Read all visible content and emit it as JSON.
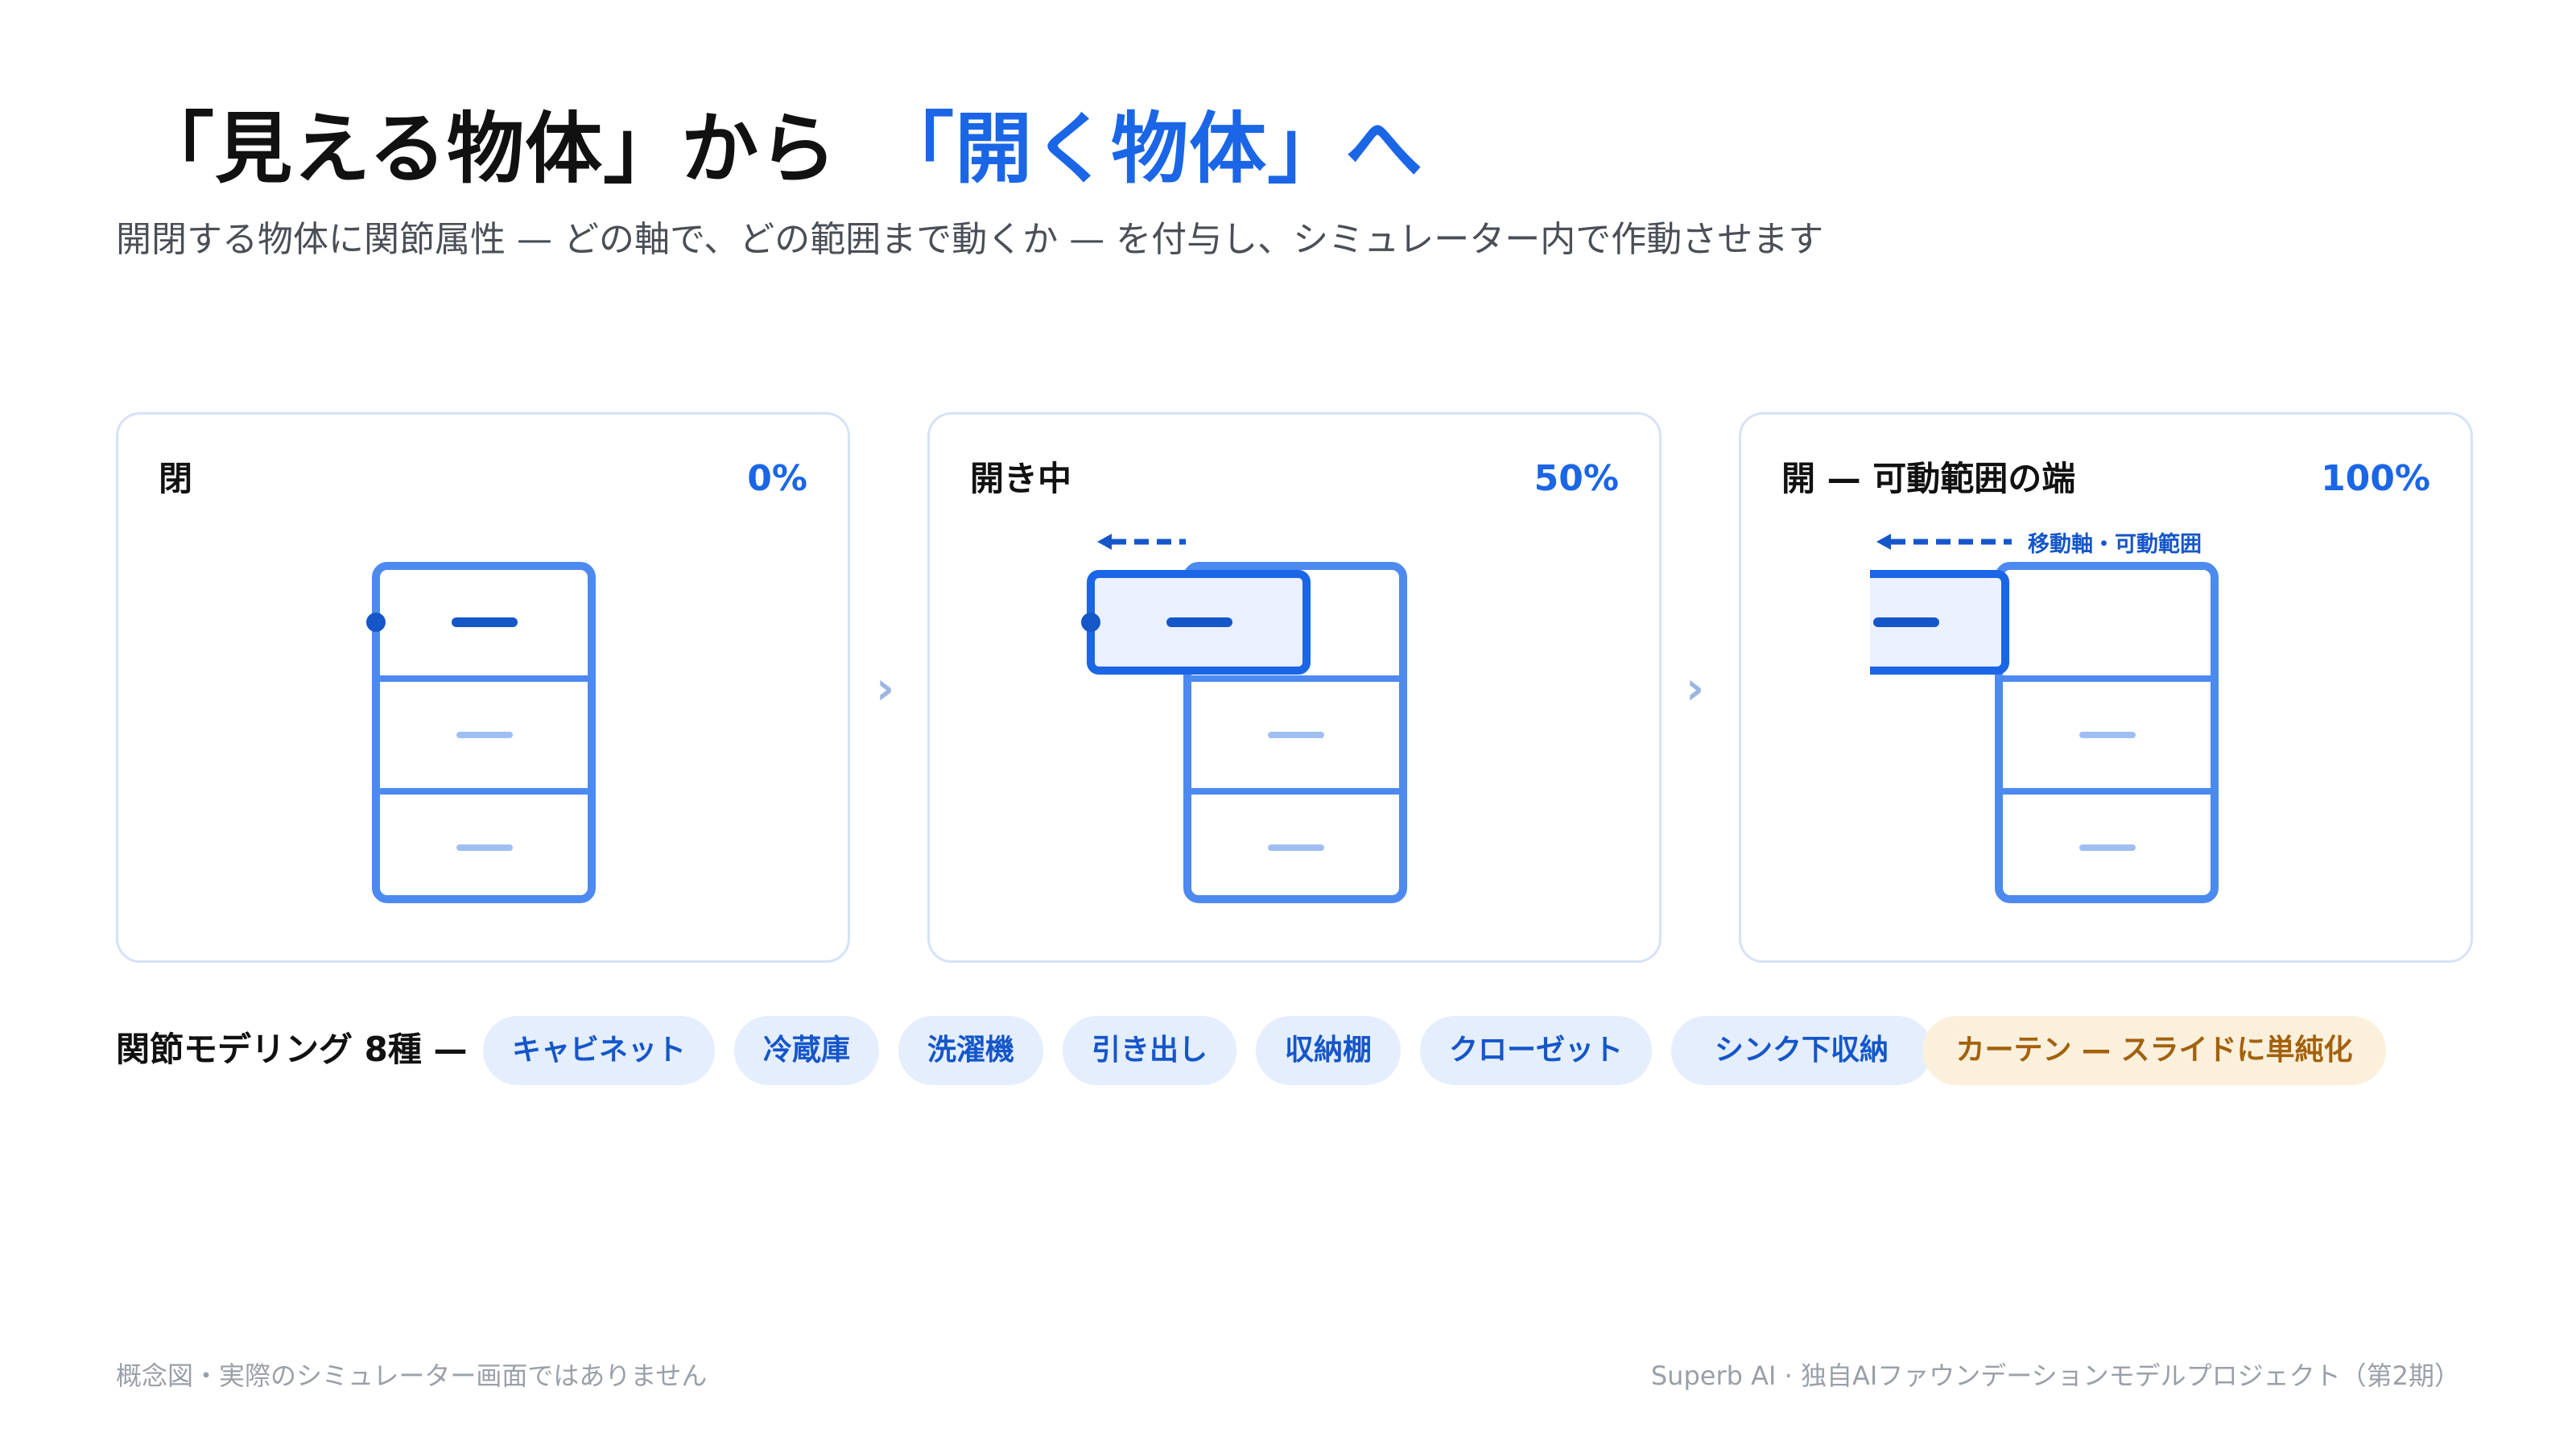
{
  "header": {
    "title_part1": "「見える物体」から",
    "title_part2": "「開く物体」へ",
    "subtitle": "開閉する物体に関節属性 — どの軸で、どの範囲まで動くか — を付与し、シミュレーター内で作動させます"
  },
  "panels": [
    {
      "label": "閉",
      "percent": "0%",
      "open_fraction": 0.0
    },
    {
      "label": "開き中",
      "percent": "50%",
      "open_fraction": 0.5
    },
    {
      "label": "開 — 可動範囲の端",
      "percent": "100%",
      "open_fraction": 1.0,
      "annotation": "移動軸・可動範囲"
    }
  ],
  "arrows": {
    "glyph": "›"
  },
  "joint_types": {
    "label": "関節モデリング 8種 —",
    "items": [
      {
        "label": "キャビネット",
        "style": "blue"
      },
      {
        "label": "冷蔵庫",
        "style": "blue"
      },
      {
        "label": "洗濯機",
        "style": "blue"
      },
      {
        "label": "引き出し",
        "style": "blue"
      },
      {
        "label": "収納棚",
        "style": "blue"
      },
      {
        "label": "クローゼット",
        "style": "blue"
      },
      {
        "label": "シンク下収納",
        "style": "blue"
      },
      {
        "label": "カーテン — スライドに単純化",
        "style": "orange"
      }
    ]
  },
  "footer": {
    "left": "概念図・実際のシミュレーター画面ではありません",
    "right": "Superb AI · 独自AIファウンデーションモデルプロジェクト（第2期）"
  },
  "colors": {
    "accent": "#1a66e6",
    "cabinet_stroke": "#4d8af0",
    "drawer_fill": "#eaf1fd",
    "handle_dark": "#1556c9",
    "handle_light": "#9fbff3",
    "chip_blue_bg": "#e4eefc",
    "chip_orange_bg": "#fbf0db"
  }
}
